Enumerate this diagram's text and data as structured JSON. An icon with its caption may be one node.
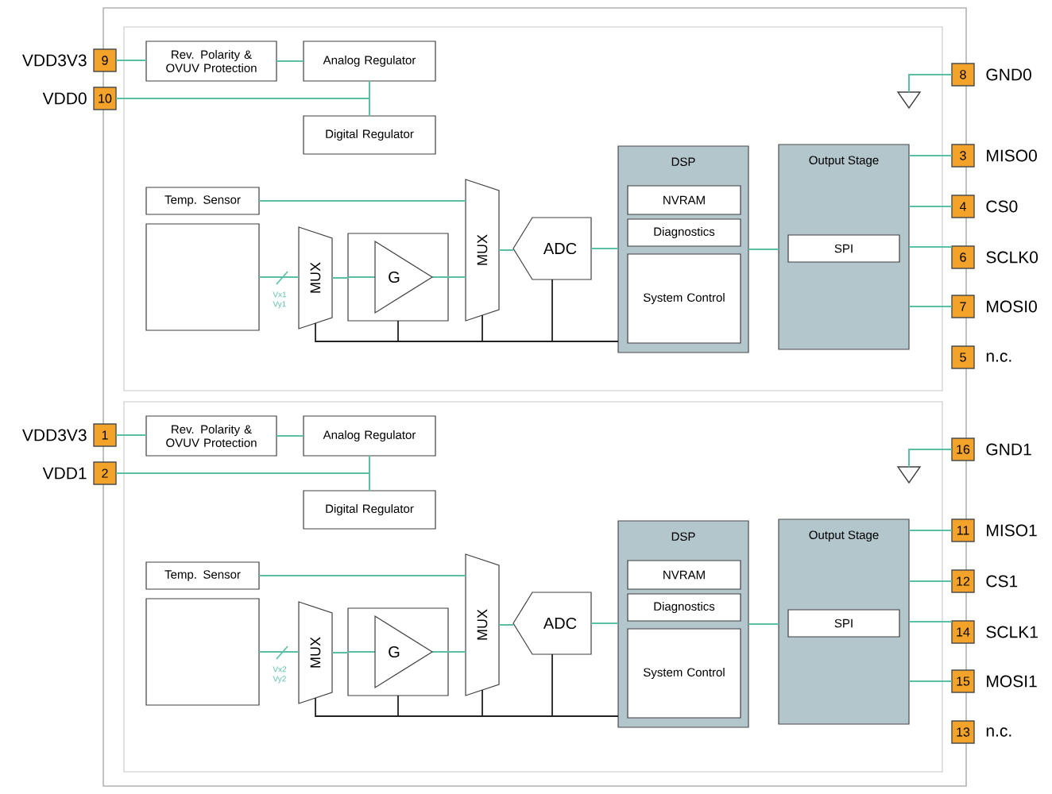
{
  "diagram": {
    "nodes": [
      {
        "text": [
          "9"
        ],
        "beside": [
          "VDD3V3"
        ]
      },
      {
        "text": [
          "10"
        ],
        "beside": [
          "VDD0"
        ]
      },
      {
        "text": [
          "Rev. Polarity & OVUV Protection"
        ]
      },
      {
        "text": [
          "Analog Regulator"
        ]
      },
      {
        "text": [
          "Digital Regulator"
        ]
      },
      {
        "text": [
          "Temp. Sensor"
        ]
      },
      {
        "text": [],
        "shape": "box"
      },
      {
        "text": [
          "MUX"
        ]
      },
      {
        "text": [
          "G"
        ]
      },
      {
        "text": [
          "MUX"
        ]
      },
      {
        "text": [
          "ADC"
        ]
      },
      {
        "text": [
          "DSP"
        ]
      },
      {
        "text": [
          "NVRAM"
        ],
        "in": 11
      },
      {
        "text": [
          "Diagnostics"
        ],
        "in": 11
      },
      {
        "text": [
          "System Control"
        ],
        "in": 11
      },
      {
        "text": [
          "Output Stage"
        ]
      },
      {
        "text": [
          "SPI"
        ],
        "in": 15
      },
      {
        "text": [
          "8"
        ],
        "beside": [
          "GND0"
        ]
      },
      {
        "text": [],
        "shape": "triangle"
      },
      {
        "text": [
          "3"
        ],
        "beside": [
          "MISO0"
        ]
      },
      {
        "text": [
          "4"
        ],
        "beside": [
          "CS0"
        ]
      },
      {
        "text": [
          "6"
        ],
        "beside": [
          "SCLK0"
        ]
      },
      {
        "text": [
          "7"
        ],
        "beside": [
          "MOSI0"
        ]
      },
      {
        "text": [
          "5"
        ],
        "beside": [
          "n.c."
        ]
      },
      {
        "text": [
          "1"
        ],
        "beside": [
          "VDD3V3"
        ]
      },
      {
        "text": [
          "2"
        ],
        "beside": [
          "VDD1"
        ]
      },
      {
        "text": [
          "Rev. Polarity & OVUV Protection"
        ]
      },
      {
        "text": [
          "Analog Regulator"
        ]
      },
      {
        "text": [
          "Digital Regulator"
        ]
      },
      {
        "text": [
          "Temp. Sensor"
        ]
      },
      {
        "text": [],
        "shape": "box"
      },
      {
        "text": [
          "MUX"
        ]
      },
      {
        "text": [
          "G"
        ]
      },
      {
        "text": [
          "MUX"
        ]
      },
      {
        "text": [
          "ADC"
        ]
      },
      {
        "text": [
          "DSP"
        ]
      },
      {
        "text": [
          "NVRAM"
        ],
        "in": 35
      },
      {
        "text": [
          "Diagnostics"
        ],
        "in": 35
      },
      {
        "text": [
          "System Control"
        ],
        "in": 35
      },
      {
        "text": [
          "Output Stage"
        ]
      },
      {
        "text": [
          "SPI"
        ],
        "in": 39
      },
      {
        "text": [
          "16"
        ],
        "beside": [
          "GND1"
        ]
      },
      {
        "text": [],
        "shape": "triangle"
      },
      {
        "text": [
          "11"
        ],
        "beside": [
          "MISO1"
        ]
      },
      {
        "text": [
          "12"
        ],
        "beside": [
          "CS1"
        ]
      },
      {
        "text": [
          "14"
        ],
        "beside": [
          "SCLK1"
        ]
      },
      {
        "text": [
          "15"
        ],
        "beside": [
          "MOSI1"
        ]
      },
      {
        "text": [
          "13"
        ],
        "beside": [
          "n.c."
        ]
      }
    ],
    "edges": [
      {
        "from": 0,
        "to": 2,
        "arrow": "none"
      },
      {
        "from": 2,
        "to": 3,
        "arrow": "none"
      },
      {
        "from": 1,
        "to": 3,
        "arrow": "none"
      },
      {
        "from": 1,
        "to": 4,
        "arrow": "none"
      },
      {
        "from": 6,
        "to": 7,
        "arrow": "none",
        "label": "Vx1 Vy1"
      },
      {
        "from": 5,
        "to": 9,
        "arrow": "none"
      },
      {
        "from": 7,
        "to": 8,
        "arrow": "none"
      },
      {
        "from": 8,
        "to": 9,
        "arrow": "none"
      },
      {
        "from": 9,
        "to": 10,
        "arrow": "none"
      },
      {
        "from": 10,
        "to": 11,
        "arrow": "none"
      },
      {
        "from": 11,
        "to": 15,
        "arrow": "none"
      },
      {
        "from": 15,
        "to": 19,
        "arrow": "none"
      },
      {
        "from": 15,
        "to": 20,
        "arrow": "none"
      },
      {
        "from": 15,
        "to": 21,
        "arrow": "none"
      },
      {
        "from": 15,
        "to": 22,
        "arrow": "none"
      },
      {
        "from": 17,
        "to": 18,
        "arrow": "none"
      },
      {
        "from": 11,
        "to": 7,
        "arrow": "none",
        "color": "#222222"
      },
      {
        "from": 11,
        "to": 8,
        "arrow": "none",
        "color": "#222222"
      },
      {
        "from": 11,
        "to": 9,
        "arrow": "none",
        "color": "#222222"
      },
      {
        "from": 11,
        "to": 10,
        "arrow": "none",
        "color": "#222222"
      },
      {
        "from": 24,
        "to": 26,
        "arrow": "none"
      },
      {
        "from": 26,
        "to": 27,
        "arrow": "none"
      },
      {
        "from": 25,
        "to": 27,
        "arrow": "none"
      },
      {
        "from": 25,
        "to": 28,
        "arrow": "none"
      },
      {
        "from": 30,
        "to": 31,
        "arrow": "none",
        "label": "Vx2 Vy2"
      },
      {
        "from": 29,
        "to": 33,
        "arrow": "none"
      },
      {
        "from": 31,
        "to": 32,
        "arrow": "none"
      },
      {
        "from": 32,
        "to": 33,
        "arrow": "none"
      },
      {
        "from": 33,
        "to": 34,
        "arrow": "none"
      },
      {
        "from": 34,
        "to": 35,
        "arrow": "none"
      },
      {
        "from": 35,
        "to": 39,
        "arrow": "none"
      },
      {
        "from": 39,
        "to": 43,
        "arrow": "none"
      },
      {
        "from": 39,
        "to": 44,
        "arrow": "none"
      },
      {
        "from": 39,
        "to": 45,
        "arrow": "none"
      },
      {
        "from": 39,
        "to": 46,
        "arrow": "none"
      },
      {
        "from": 41,
        "to": 42,
        "arrow": "none"
      },
      {
        "from": 35,
        "to": 31,
        "arrow": "none",
        "color": "#222222"
      },
      {
        "from": 35,
        "to": 32,
        "arrow": "none",
        "color": "#222222"
      },
      {
        "from": 35,
        "to": 33,
        "arrow": "none",
        "color": "#222222"
      },
      {
        "from": 35,
        "to": 34,
        "arrow": "none",
        "color": "#222222"
      }
    ]
  }
}
